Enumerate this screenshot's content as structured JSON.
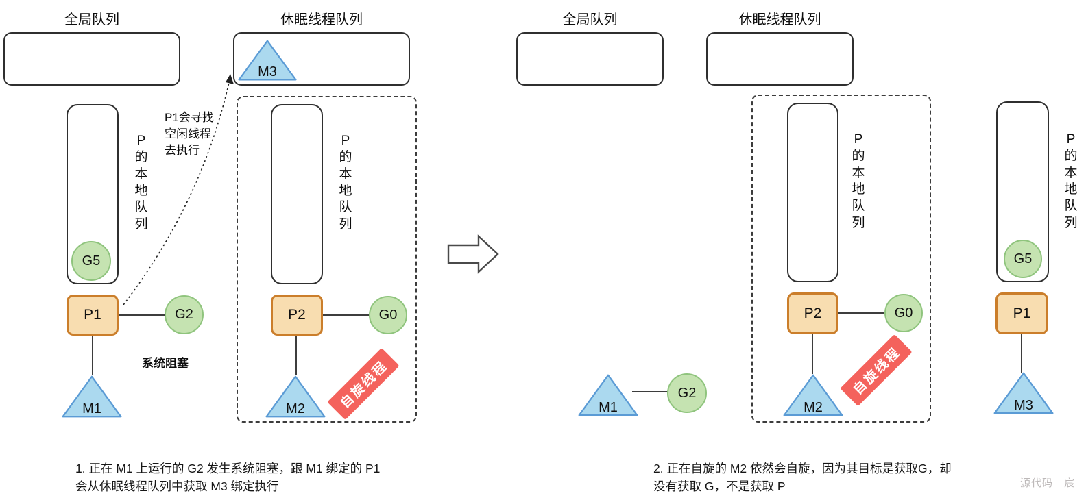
{
  "shared": {
    "p_local_queue_label": "P\n的\n本\n地\n队\n列",
    "spin_thread_label": "自旋线程"
  },
  "left": {
    "global_queue_title": "全局队列",
    "sleep_queue_title": "休眠线程队列",
    "m3": "M3",
    "seek_idle_annotation": "P1会寻找\n空闲线程\n去执行",
    "g5": "G5",
    "p1": "P1",
    "g2": "G2",
    "syscall_block_label": "系统阻塞",
    "m1": "M1",
    "p2": "P2",
    "g0": "G0",
    "m2": "M2"
  },
  "right": {
    "global_queue_title": "全局队列",
    "sleep_queue_title": "休眠线程队列",
    "p2": "P2",
    "g0": "G0",
    "m2": "M2",
    "m1": "M1",
    "g2": "G2",
    "g5": "G5",
    "p1": "P1",
    "m3": "M3"
  },
  "captions": {
    "step1": "1. 正在 M1 上运行的 G2 发生系统阻塞，跟 M1 绑定的 P1\n会从休眠线程队列中获取 M3 绑定执行",
    "step2": "2. 正在自旋的 M2 依然会自旋，因为其目标是获取G，却\n没有获取 G，不是获取 P"
  },
  "watermark": "源代码　宸",
  "colors": {
    "p_fill": "#F8DDB0",
    "p_border": "#CB7E2B",
    "g_fill": "#C5E3B1",
    "g_border": "#8FC47D",
    "m_fill": "#ABD9EF",
    "m_border": "#5B9BD5",
    "spin_bg": "#F4625C",
    "outline": "#2F2F2F"
  }
}
